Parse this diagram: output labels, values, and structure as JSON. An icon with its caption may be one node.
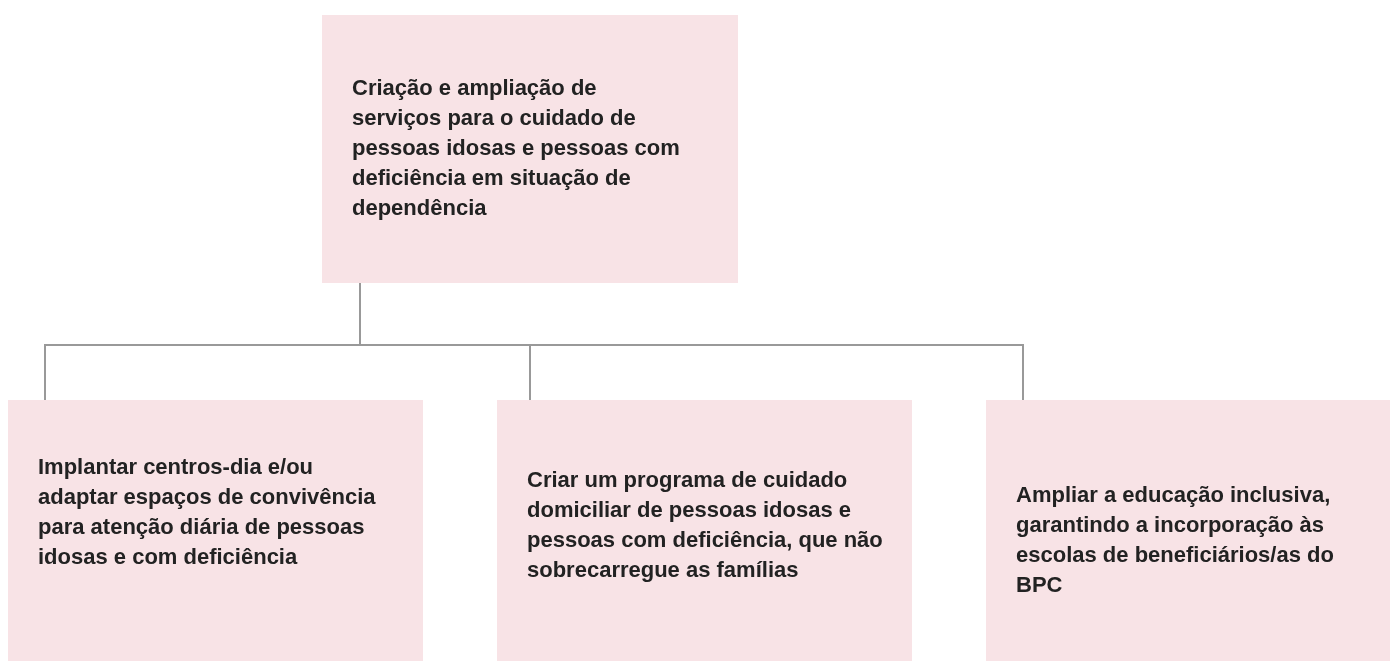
{
  "diagram": {
    "nodes": [
      {
        "text": [
          "Criação e ampliação de serviços para o cuidado de pessoas idosas e pessoas com deficiência em situação de dependência"
        ]
      },
      {
        "text": [
          "Implantar centros-dia e/ou adaptar espaços de convivência para atenção diária de pessoas idosas e com deficiência"
        ]
      },
      {
        "text": [
          "Criar um programa de cuidado domiciliar de pessoas idosas e pessoas com deficiência, que não sobrecarregue as famílias"
        ]
      },
      {
        "text": [
          "Ampliar a educação inclusiva, garantindo a incorporação às escolas de beneficiários/as do BPC"
        ]
      }
    ],
    "edges": [
      {
        "from": 0,
        "to": 1,
        "arrow": "none"
      },
      {
        "from": 0,
        "to": 2,
        "arrow": "none"
      },
      {
        "from": 0,
        "to": 3,
        "arrow": "none"
      }
    ]
  }
}
